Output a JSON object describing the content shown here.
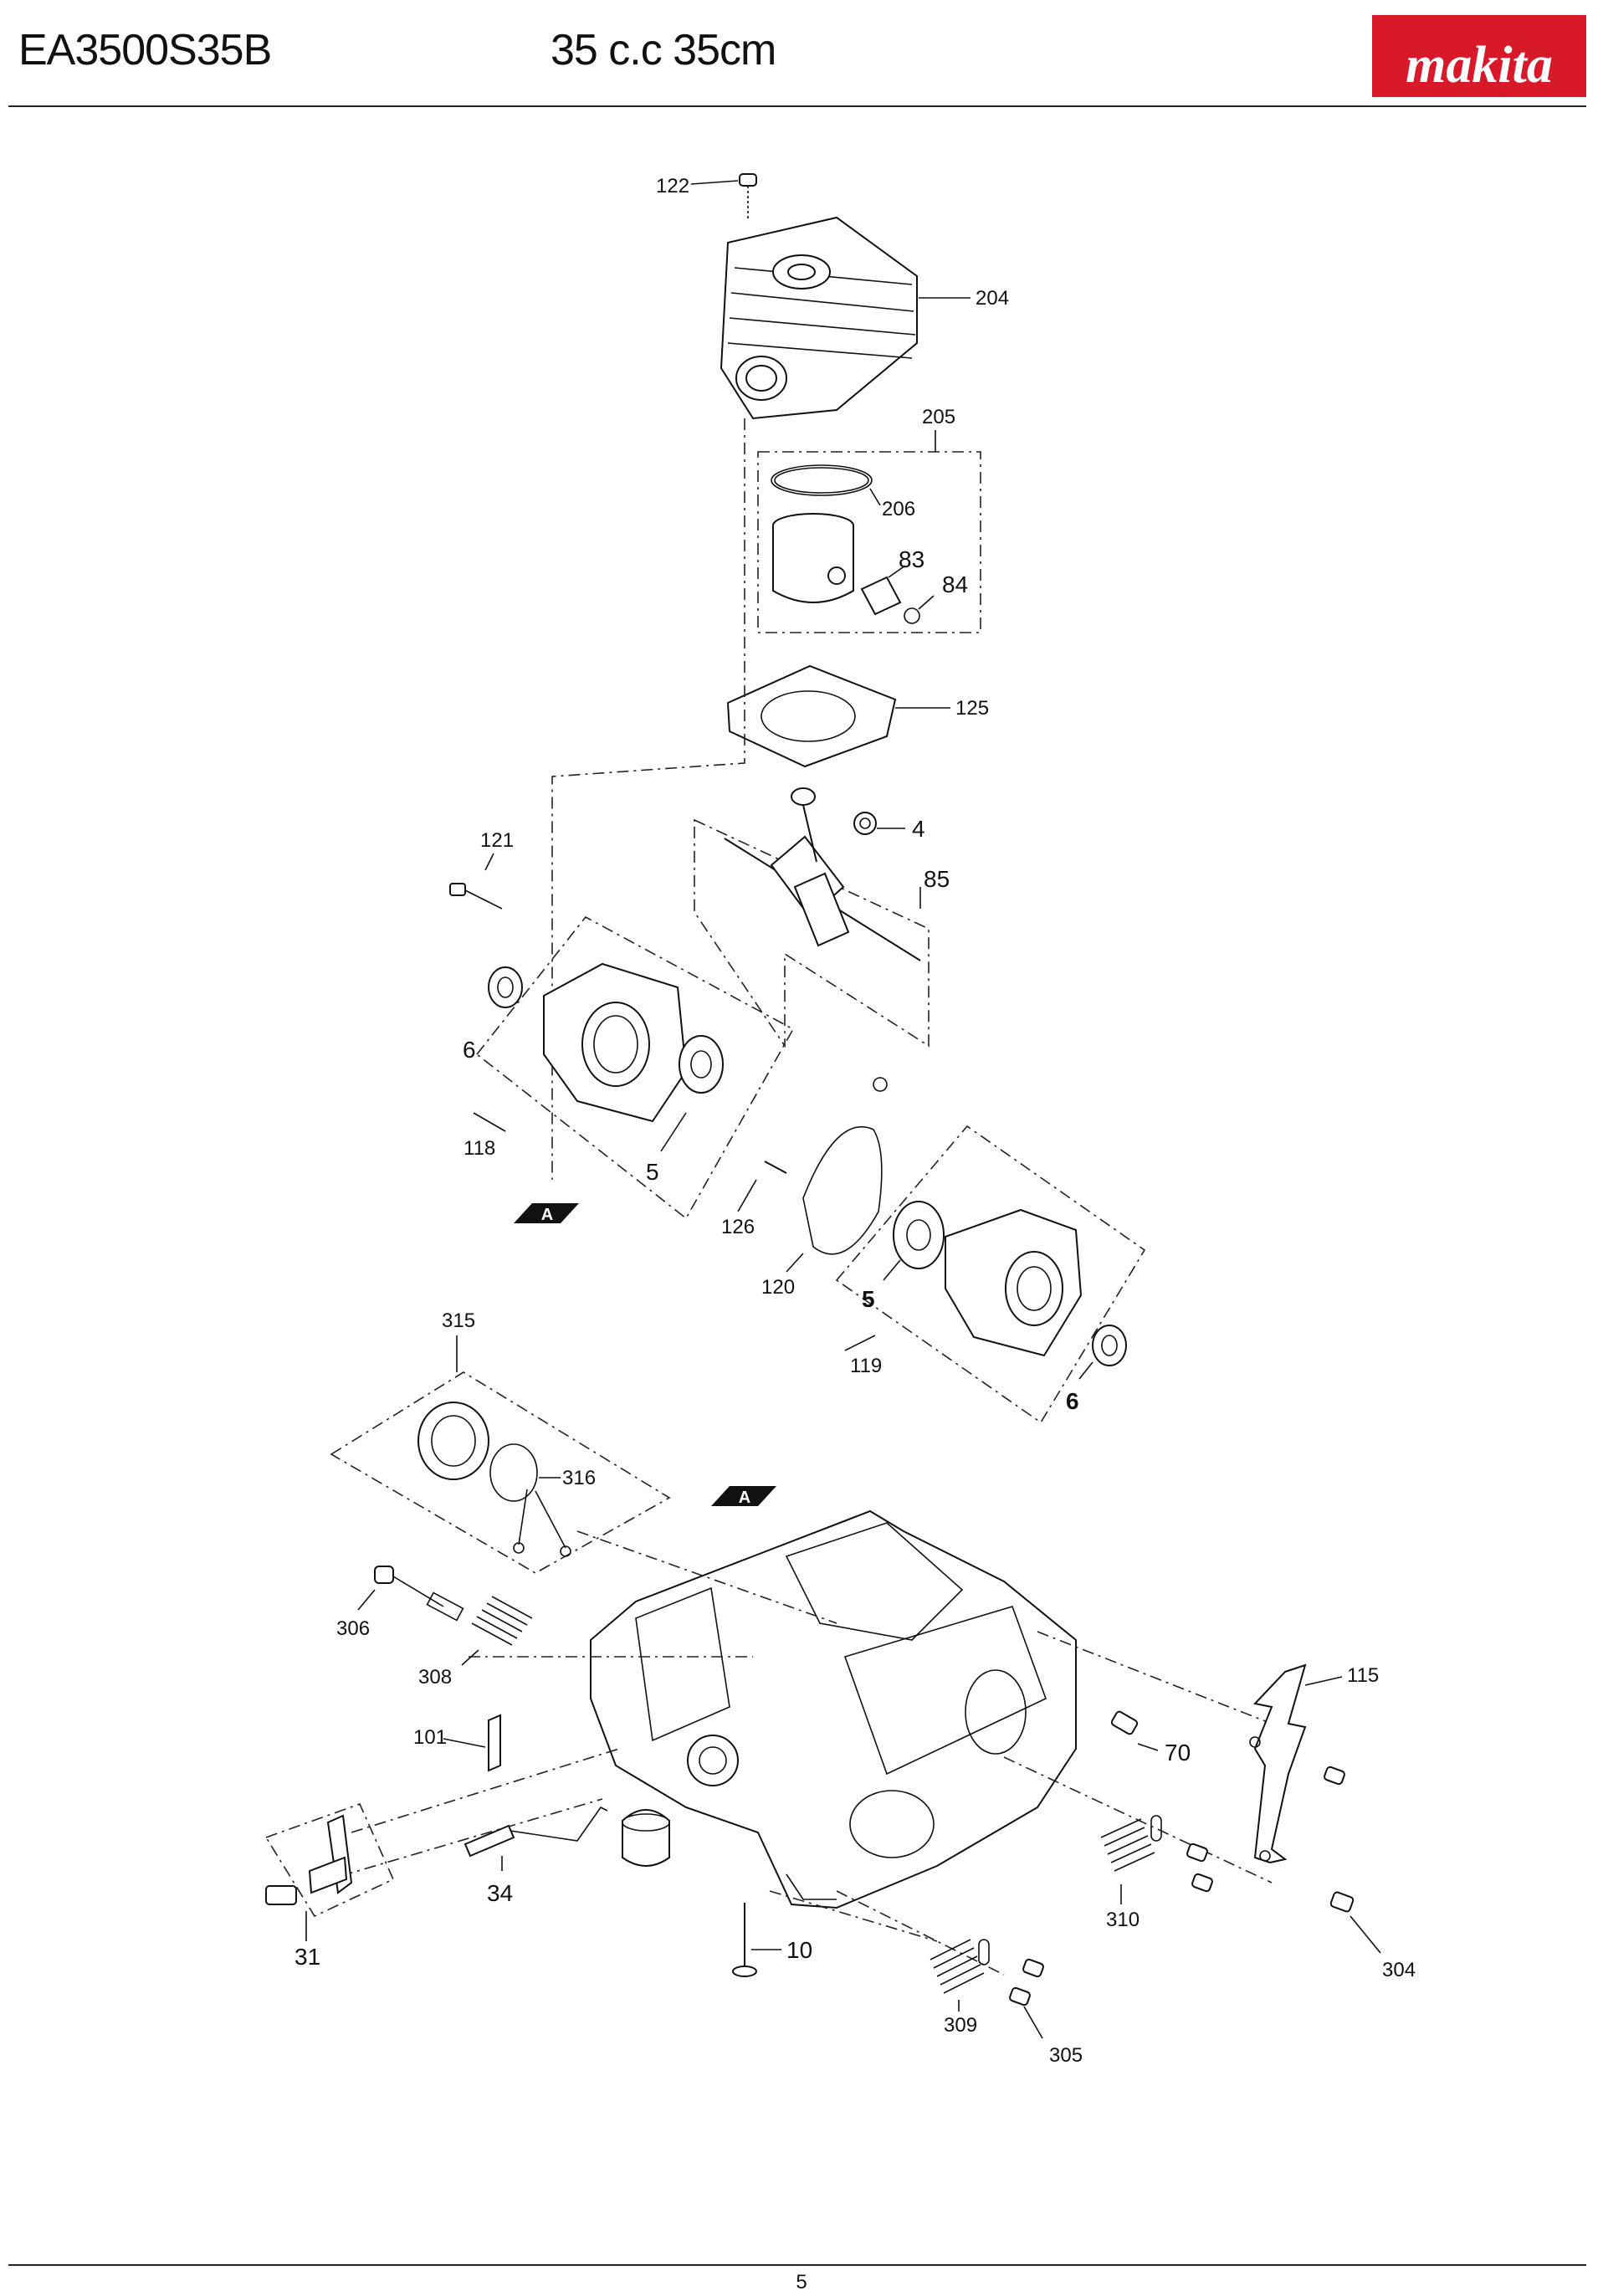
{
  "header": {
    "model": "EA3500S35B",
    "spec": "35 c.c 35cm",
    "brand": "makita"
  },
  "colors": {
    "brand_red": "#d7192a"
  },
  "marker_letter": "A",
  "page_number": "5",
  "callouts": {
    "p122": "122",
    "p204": "204",
    "p205": "205",
    "p206": "206",
    "p83": "83",
    "p84": "84",
    "p125": "125",
    "p4": "4",
    "p85": "85",
    "p121": "121",
    "p6a": "6",
    "p118": "118",
    "p5a": "5",
    "p126": "126",
    "p120": "120",
    "p5b": "5",
    "p119": "119",
    "p6b": "6",
    "p315": "315",
    "p316": "316",
    "p306": "306",
    "p308": "308",
    "p101": "101",
    "p31": "31",
    "p34": "34",
    "p10": "10",
    "p309": "309",
    "p305": "305",
    "p310": "310",
    "p70": "70",
    "p115": "115",
    "p304": "304"
  }
}
